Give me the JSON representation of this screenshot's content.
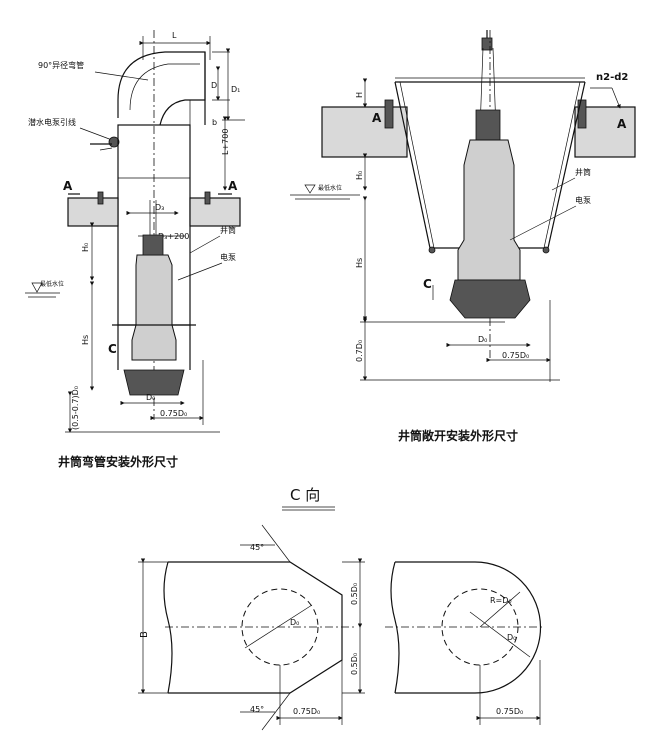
{
  "left_figure": {
    "caption": "井筒弯管安装外形尺寸",
    "labels": {
      "L": "L",
      "elbow": "90°异径弯管",
      "cable": "潜水电泵引线",
      "D": "D",
      "D1": "D₁",
      "b": "b",
      "L700": "L+700",
      "A_left": "A",
      "A_right": "A",
      "D3": "D₃",
      "D3_200": "D₃+200",
      "shaft": "井筒",
      "pump": "电泵",
      "H0": "H₀",
      "min_level": "最低水位",
      "Hs": "Hs",
      "C": "C",
      "bottom_gap": "(0.5-0.7)D₀",
      "D0": "D₀",
      "D075": "0.75D₀"
    }
  },
  "right_figure": {
    "caption": "井筒敞开安装外形尺寸",
    "labels": {
      "H": "H",
      "n2d2": "n2-d2",
      "A_left": "A",
      "A_right": "A",
      "H0": "H₀",
      "min_level": "最低水位",
      "shaft": "井筒",
      "pump": "电泵",
      "Hs": "Hs",
      "C": "C",
      "D0": "D₀",
      "D07": "0.7D₀",
      "D075": "0.75D₀"
    }
  },
  "c_view": {
    "title": "C 向",
    "labels": {
      "angle_top": "45°",
      "angle_bottom": "45°",
      "B": "B",
      "D0": "D₀",
      "half_top": "0.5D₀",
      "half_bottom": "0.5D₀",
      "width_left": "0.75D₀",
      "R": "R=D₀",
      "D0_right": "D₀",
      "width_right": "0.75D₀"
    }
  }
}
